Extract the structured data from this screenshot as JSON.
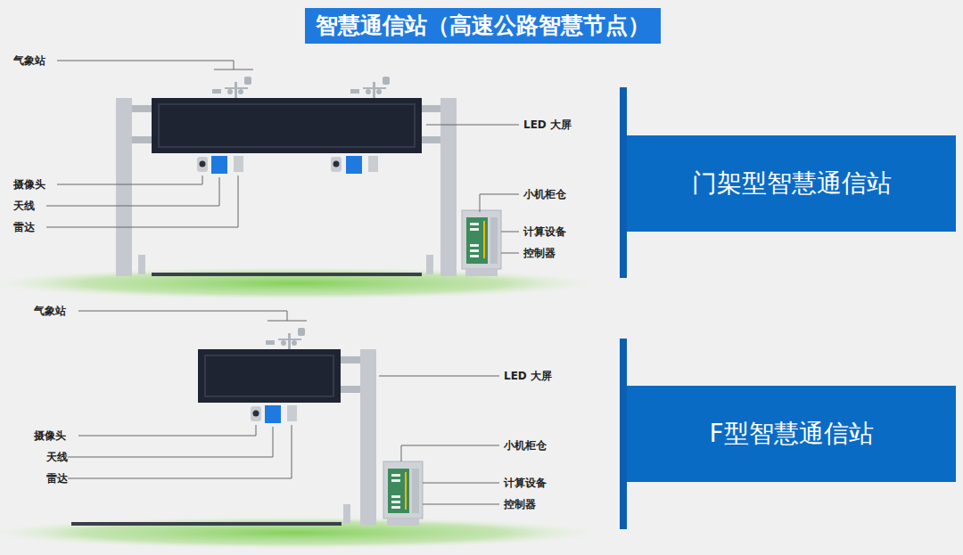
{
  "diagram": {
    "title": "智慧通信站（高速公路智慧节点）",
    "nodes": [
      {
        "text": [
          "门架型智慧通信站"
        ]
      },
      {
        "text": [
          "F型智慧通信站"
        ]
      }
    ],
    "labels": [
      "气象站",
      "摄像头",
      "天线",
      "雷达",
      "LED 大屏",
      "小机柜仓",
      "计算设备",
      "控制器",
      "气象站",
      "摄像头",
      "天线",
      "雷达",
      "LED 大屏",
      "小机柜仓",
      "计算设备",
      "控制器"
    ]
  }
}
